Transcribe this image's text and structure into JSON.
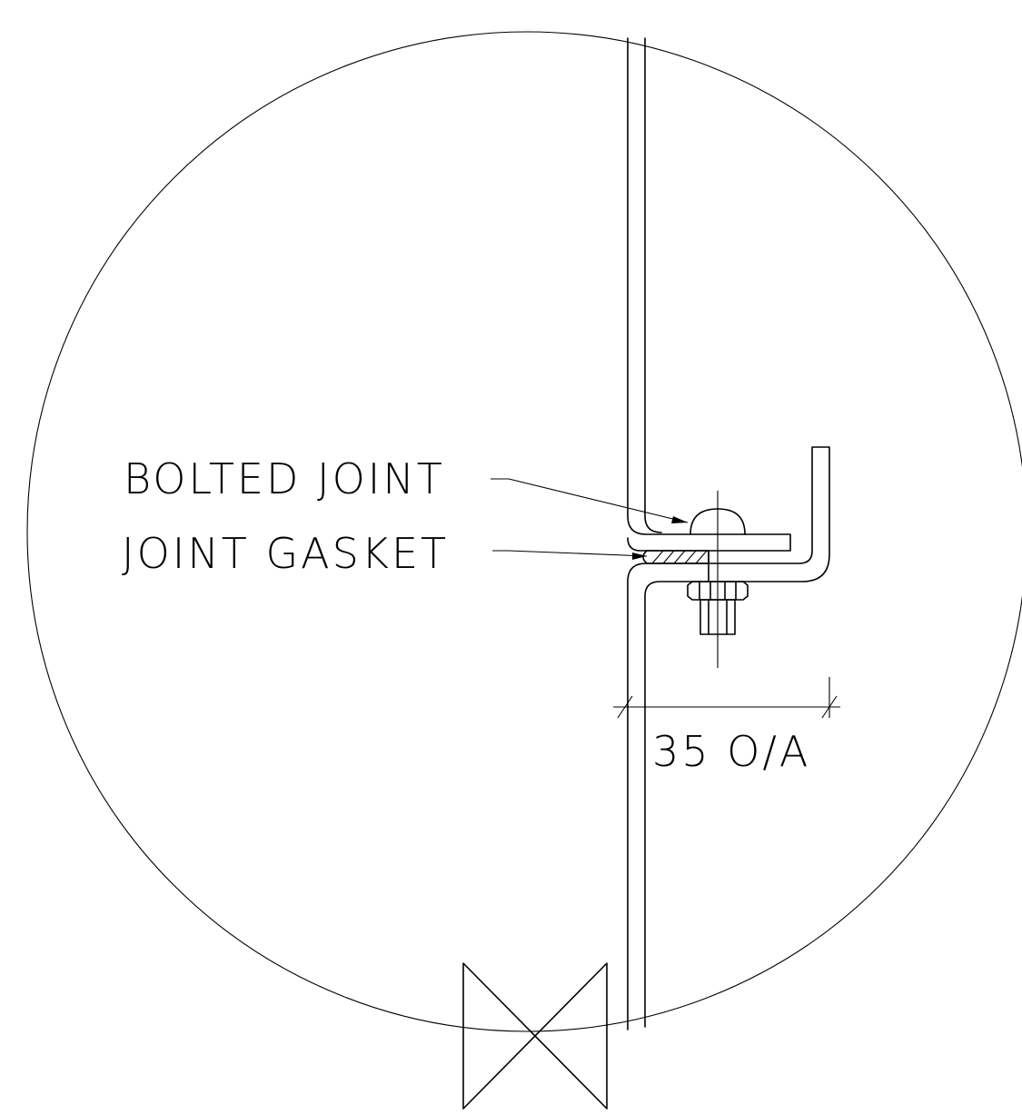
{
  "labels": {
    "bolted_joint": "BOLTED JOINT",
    "joint_gasket": "JOINT GASKET"
  },
  "dimension": {
    "text": "35 O/A"
  },
  "colors": {
    "line": "#000000",
    "background": "#ffffff"
  }
}
